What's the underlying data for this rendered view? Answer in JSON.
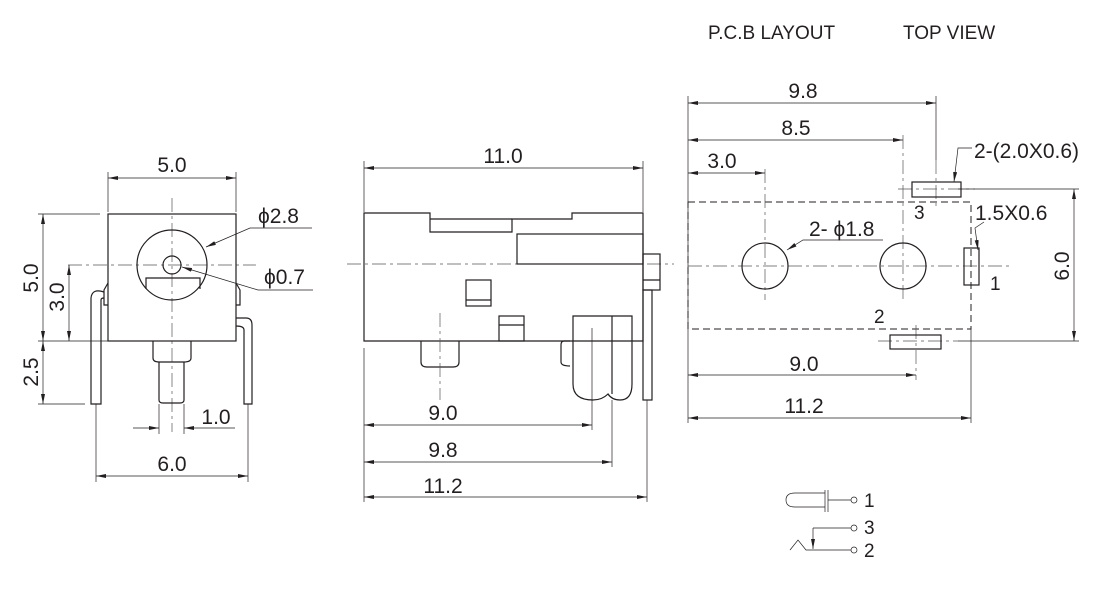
{
  "title": {
    "pcb_layout": "P.C.B LAYOUT",
    "top_view": "TOP VIEW"
  },
  "front_view": {
    "width": "5.0",
    "height": "5.0",
    "center_height": "3.0",
    "pin_length": "2.5",
    "pin_width": "1.0",
    "pin_span": "6.0",
    "outer_dia": "ϕ2.8",
    "inner_dia": "ϕ0.7"
  },
  "side_view": {
    "length": "11.0",
    "dim_a": "9.0",
    "dim_b": "9.8",
    "dim_c": "11.2"
  },
  "pcb_view": {
    "dim_top_1": "9.8",
    "dim_top_2": "8.5",
    "dim_top_3": "3.0",
    "dim_bottom_1": "9.0",
    "dim_bottom_2": "11.2",
    "height": "6.0",
    "holes": "2- ϕ1.8",
    "pads_2_3": "2-(2.0X0.6)",
    "pad_1": "1.5X0.6",
    "pin_labels": [
      "1",
      "2",
      "3"
    ]
  },
  "schematic": {
    "pin_labels": [
      "1",
      "3",
      "2"
    ]
  }
}
